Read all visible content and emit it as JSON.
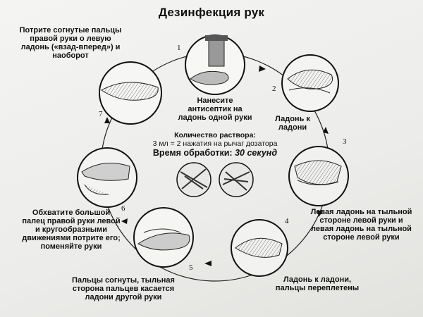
{
  "title": "Дезинфекция рук",
  "steps": [
    {
      "n": "1",
      "caption": "Нанесите\nантисептик на\nладонь одной руки"
    },
    {
      "n": "2",
      "caption": "Ладонь к\nладони"
    },
    {
      "n": "3",
      "caption": "Левая ладонь на тыльной\nстороне левой руки и\nлевая ладонь на тыльной\nстороне левой руки"
    },
    {
      "n": "4",
      "caption": "Ладонь к ладони,\nпальцы переплетены"
    },
    {
      "n": "5",
      "caption": "Пальцы согнуты, тыльная\nсторона пальцев касается\nладони другой руки"
    },
    {
      "n": "6",
      "caption": "Обхватите большой\nпалец правой руки левой\nи кругообразными\nдвижениями потрите его;\nпоменяйте руки"
    },
    {
      "n": "7",
      "caption": "Потрите согнутые пальцы\nправой руки о левую\nладонь («взад-вперед») и\nнаоборот"
    }
  ],
  "center": {
    "amount_label": "Количество раствора:",
    "amount_value": "3 мл = 2 нажатия на рычаг дозатора",
    "time_label": "Время обработки:",
    "time_value": "30 секунд"
  }
}
